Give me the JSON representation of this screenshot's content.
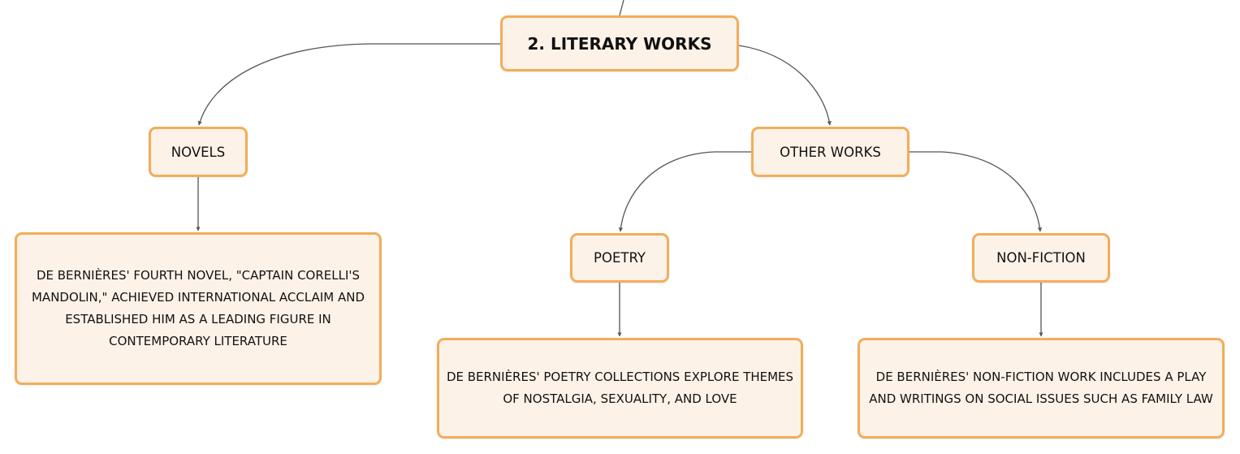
{
  "diagram": {
    "root": {
      "label": "2. LITERARY WORKS"
    },
    "novels": {
      "label": "NOVELS",
      "description": "DE BERNIÈRES' FOURTH NOVEL, \"CAPTAIN CORELLI'S MANDOLIN,\" ACHIEVED INTERNATIONAL ACCLAIM AND ESTABLISHED HIM AS A LEADING FIGURE IN CONTEMPORARY LITERATURE"
    },
    "other_works": {
      "label": "OTHER WORKS"
    },
    "poetry": {
      "label": "POETRY",
      "description": "DE BERNIÈRES' POETRY COLLECTIONS EXPLORE THEMES OF NOSTALGIA, SEXUALITY, AND LOVE"
    },
    "non_fiction": {
      "label": "NON-FICTION",
      "description": "DE BERNIÈRES' NON-FICTION WORK INCLUDES A PLAY AND WRITINGS ON SOCIAL ISSUES SUCH AS FAMILY LAW"
    }
  },
  "colors": {
    "node_fill": "#fdf2e8",
    "node_border": "#f2ad5a",
    "connector": "#555555",
    "text": "#111111"
  }
}
